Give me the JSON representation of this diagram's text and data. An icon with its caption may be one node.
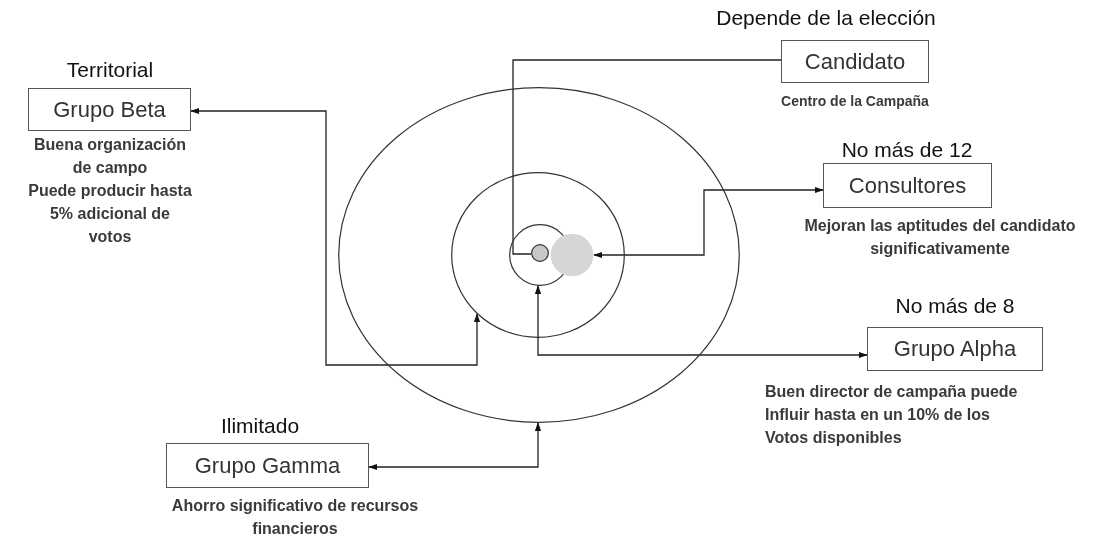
{
  "diagram": {
    "nodes": [
      {
        "text": [
          "Grupo Beta"
        ],
        "beside": [
          "Territorial",
          "Buena organización de campo",
          "Puede producir hasta 5% adicional de votos"
        ]
      },
      {
        "text": [
          "Candidato"
        ],
        "beside": [
          "Depende de la elección",
          "Centro de la Campaña"
        ]
      },
      {
        "text": [
          "Consultores"
        ],
        "beside": [
          "No más de 12",
          "Mejoran las aptitudes del candidato significativamente"
        ]
      },
      {
        "text": [
          "Grupo Alpha"
        ],
        "beside": [
          "No más de 8",
          "Buen director de campaña puede Influir hasta en un 10% de los Votos disponibles"
        ]
      },
      {
        "text": [
          "Grupo Gamma"
        ],
        "beside": [
          "Ilimitado",
          "Ahorro significativo de recursos financieros"
        ]
      },
      {
        "text": [],
        "shape": "circle"
      },
      {
        "text": [],
        "shape": "circle",
        "in": 5
      },
      {
        "text": [],
        "shape": "circle",
        "in": 6
      },
      {
        "text": [],
        "shape": "circle",
        "in": 7
      },
      {
        "text": [],
        "shape": "circle",
        "in": 6
      }
    ],
    "edges": [
      {
        "from": 6,
        "to": 0,
        "arrow": "both"
      },
      {
        "from": 1,
        "to": 8,
        "arrow": "none"
      },
      {
        "from": 9,
        "to": 2,
        "arrow": "both"
      },
      {
        "from": 7,
        "to": 3,
        "arrow": "both"
      },
      {
        "from": 5,
        "to": 4,
        "arrow": "both"
      }
    ]
  }
}
